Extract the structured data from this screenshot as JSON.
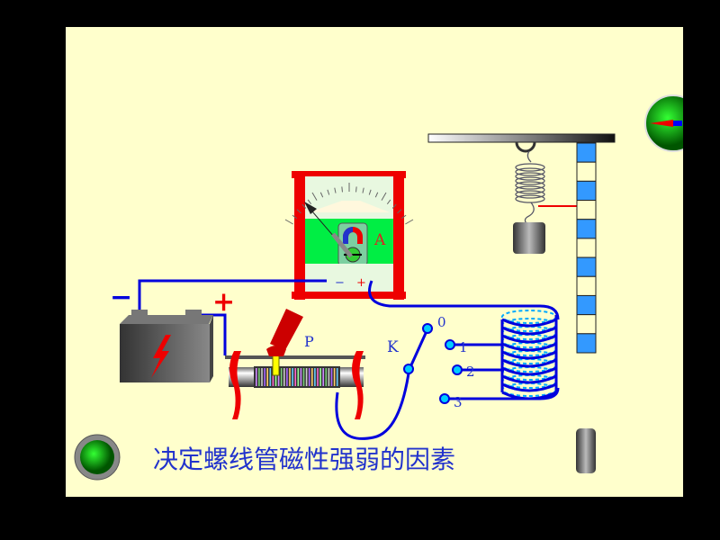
{
  "title": "决定螺线管磁性强弱的因素",
  "ammeter": {
    "unit_label": "A",
    "minus_label": "−",
    "plus_label": "+"
  },
  "battery": {
    "minus_label": "−",
    "plus_label": "+"
  },
  "rheostat": {
    "slider_label": "P"
  },
  "switch": {
    "label": "K",
    "positions": [
      "0",
      "1",
      "2",
      "3"
    ]
  },
  "ruler": {
    "segments": 11
  },
  "colors": {
    "background": "#ffffcc",
    "wire": "#0000dd",
    "accent_red": "#e00000",
    "ruler_blue": "#3399ff",
    "meter_green": "#00ee44"
  }
}
